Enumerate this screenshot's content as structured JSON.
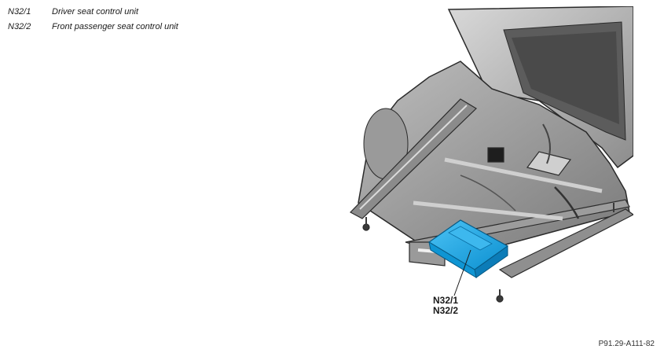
{
  "legend": [
    {
      "code": "N32/1",
      "description": "Driver seat control unit"
    },
    {
      "code": "N32/2",
      "description": "Front passenger seat control unit"
    }
  ],
  "callout": {
    "line1": "N32/1",
    "line2": "N32/2"
  },
  "reference_code": "P91.29-A111-82",
  "colors": {
    "highlight": "#1aa7e8",
    "frame": "#6f6f6f",
    "background": "#ffffff"
  }
}
